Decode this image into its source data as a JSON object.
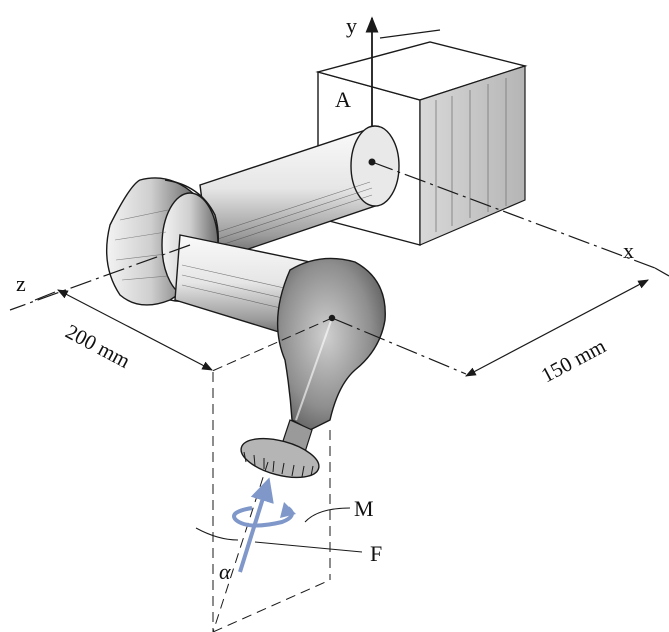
{
  "labels": {
    "y_axis": "y",
    "x_axis": "x",
    "z_axis": "z",
    "point_a": "A",
    "dim_200": "200 mm",
    "dim_150": "150 mm",
    "moment": "M",
    "force": "F",
    "angle": "α"
  },
  "colors": {
    "line": "#1a1a1a",
    "shading": "#8a8a8a",
    "vector": "#7f98c9",
    "background": "#ffffff"
  },
  "icons": {
    "moment_symbol": "circular-arrow-icon",
    "force_symbol": "arrow-icon"
  }
}
